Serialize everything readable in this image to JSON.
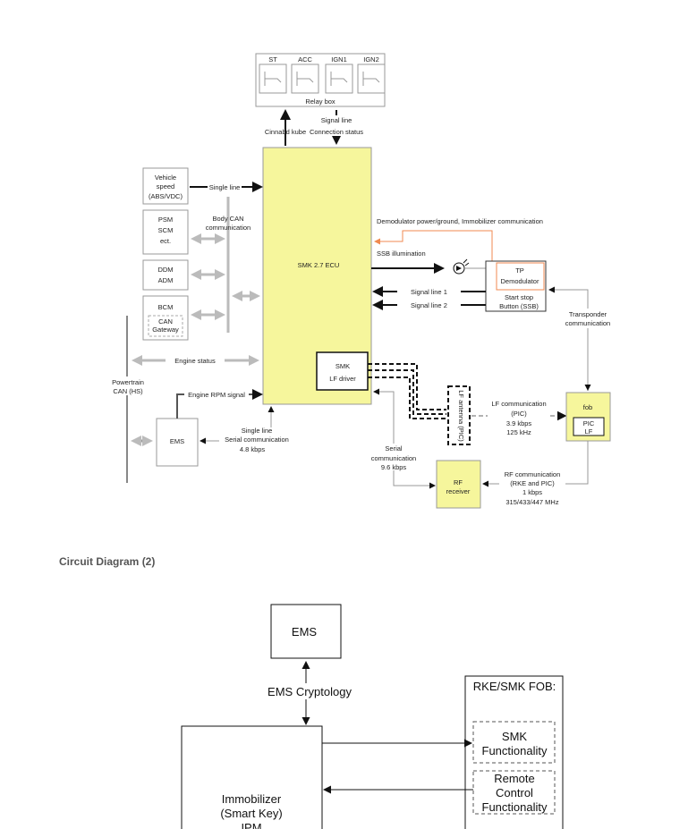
{
  "diagram1": {
    "relay_box": {
      "label": "Relay box",
      "relays": [
        "ST",
        "ACC",
        "IGN1",
        "IGN2"
      ]
    },
    "relay_out_label": "Cinnabd kube",
    "relay_in_labels": [
      "Signal line",
      "Connection status"
    ],
    "ecu_label": "SMK 2.7   ECU",
    "vehicle_speed": [
      "Vehicle",
      "speed",
      "(ABS/VDC)"
    ],
    "single_line": "Single line",
    "psm": [
      "PSM",
      "SCM",
      "ect."
    ],
    "ddm": [
      "DDM",
      "ADM"
    ],
    "bcm": "BCM",
    "can_gateway": [
      "CAN",
      "Gateway"
    ],
    "body_can": [
      "Body CAN",
      "communication"
    ],
    "powertrain": [
      "Powertrain",
      "CAN (HS)"
    ],
    "engine_status": "Engine status",
    "engine_rpm": "Engine RPM signal",
    "ems": "EMS",
    "ems_serial": [
      "Single line",
      "Serial communication",
      "4.8 kbps"
    ],
    "lf_driver": [
      "SMK",
      "LF driver"
    ],
    "demod_power": "Demodulator power/ground, Immobilizer communication",
    "ssb_illumination": "SSB illumination",
    "tp_demodulator": [
      "TP",
      "Demodulator"
    ],
    "ssb": [
      "Start stop",
      "Button (SSB)"
    ],
    "signal_line_1": "Signal line 1",
    "signal_line_2": "Signal line 2",
    "transponder": [
      "Transponder",
      "communication"
    ],
    "lf_antenna": "LF antenna (PIC)",
    "lf_comm": [
      "LF communication",
      "(PIC)",
      "3.9 kbps",
      "125 kHz"
    ],
    "fob": "fob",
    "pic_lf": [
      "PIC",
      "LF"
    ],
    "serial_comm": [
      "Serial",
      "communication",
      "9.6 kbps"
    ],
    "rf_receiver": [
      "RF",
      "receiver"
    ],
    "rf_comm": [
      "RF communication",
      "(RKE and PIC)",
      "1 kbps",
      "315/433/447 MHz"
    ],
    "colors": {
      "ecu_fill": "#f6f69c",
      "demod_line": "#f08a50"
    }
  },
  "heading": "Circuit Diagram (2)",
  "diagram2": {
    "ems": "EMS",
    "ems_cryptology": "EMS Cryptology",
    "immobilizer": [
      "Immobilizer",
      "(Smart Key)",
      "IPM"
    ],
    "fob_title": "RKE/SMK FOB:",
    "smk": [
      "SMK",
      "Functionality"
    ],
    "remote": [
      "Remote",
      "Control",
      "Functionality"
    ]
  }
}
